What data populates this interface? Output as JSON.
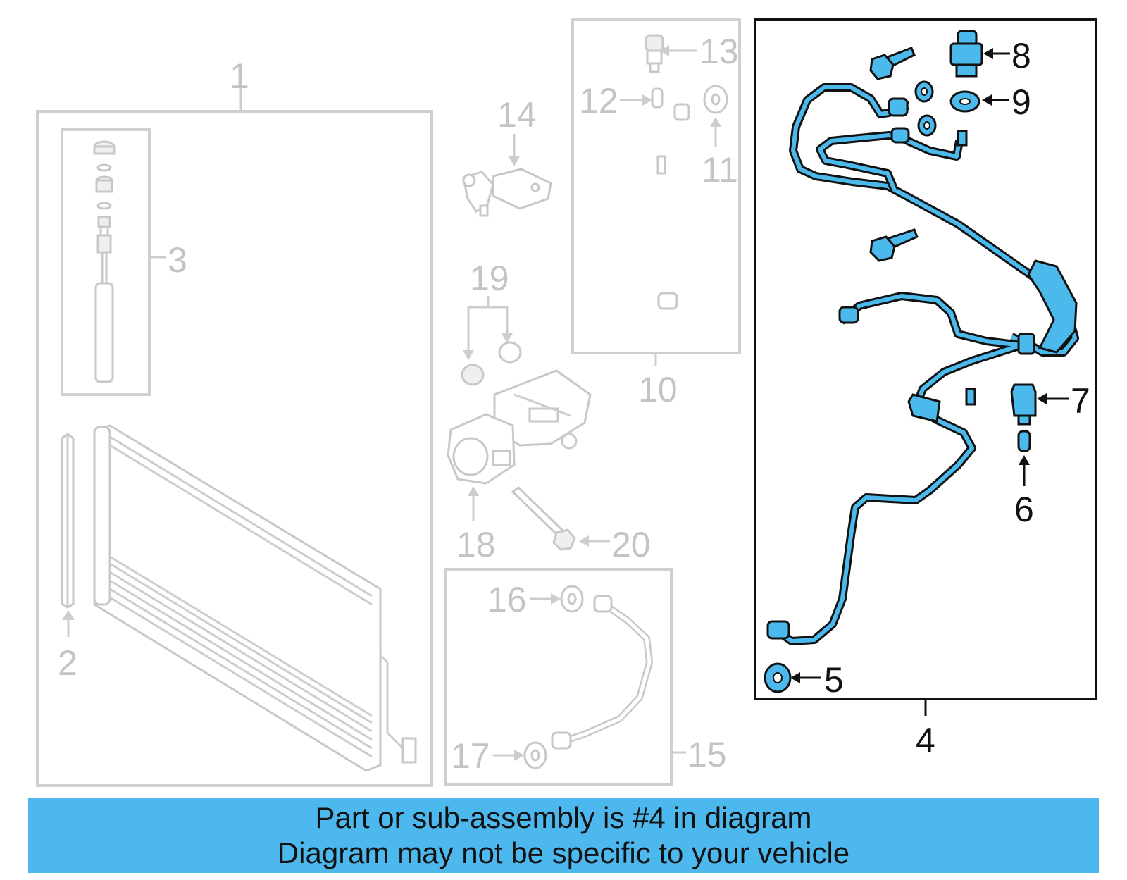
{
  "callouts": {
    "c1": "1",
    "c2": "2",
    "c3": "3",
    "c4": "4",
    "c5": "5",
    "c6": "6",
    "c7": "7",
    "c8": "8",
    "c9": "9",
    "c10": "10",
    "c11": "11",
    "c12": "12",
    "c13": "13",
    "c14": "14",
    "c15": "15",
    "c16": "16",
    "c17": "17",
    "c18": "18",
    "c19": "19",
    "c20": "20"
  },
  "banner": {
    "line1": "Part or sub-assembly is #4 in diagram",
    "line2": "Diagram may not be specific to your vehicle",
    "background": "#4cb8ed"
  },
  "colors": {
    "highlight": "#4cb9ec",
    "other_parts": "#c8c8c8",
    "outline_dark": "#111111"
  }
}
